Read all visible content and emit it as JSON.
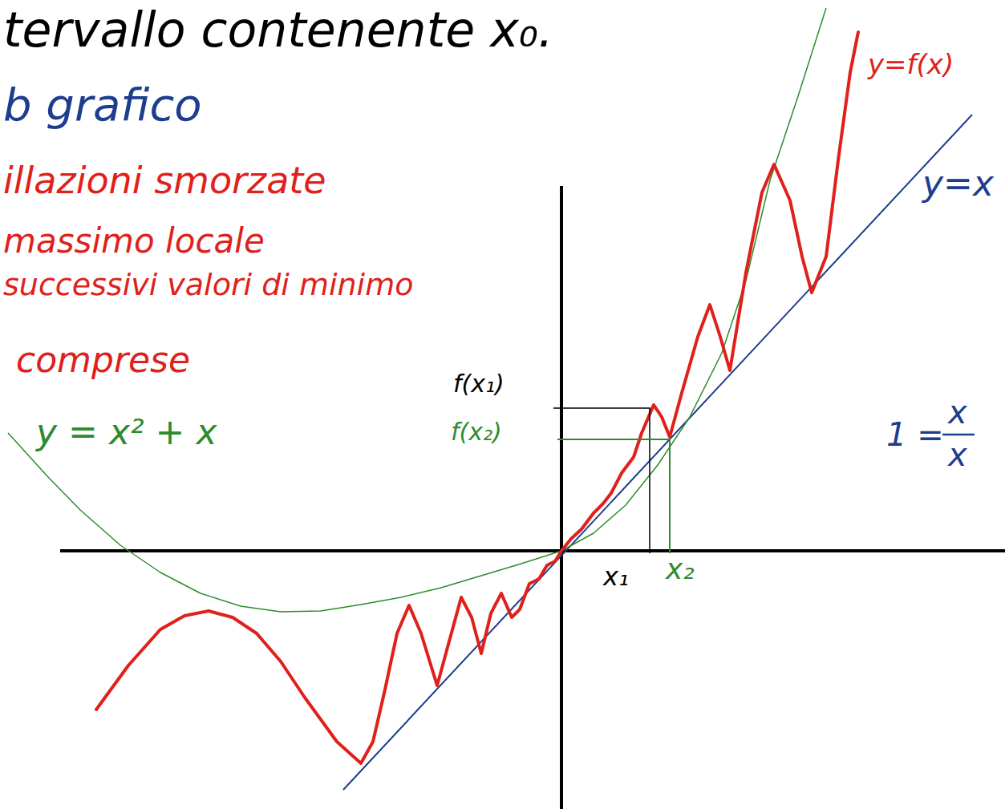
{
  "diagram": {
    "labels": [
      "tervallo contenente x₀.",
      "b grafico",
      "illazioni smorzate",
      "massimo locale",
      "successivi valori di minimo",
      "comprese",
      "y = x² + x",
      "y=f(x)",
      "y=x",
      "f(x₁)",
      "f(x₂)",
      "x₁",
      "x₂",
      "1 =",
      "x",
      "x"
    ]
  }
}
